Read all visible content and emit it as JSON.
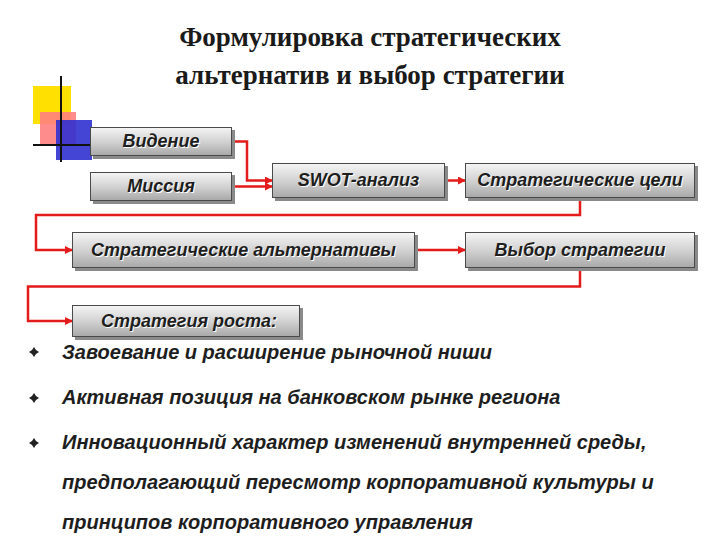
{
  "diagram": {
    "title": "Формулировка стратегических альтернатив и выбор стратегии",
    "nodes": [
      {
        "text": [
          "Видение"
        ]
      },
      {
        "text": [
          "Миссия"
        ]
      },
      {
        "text": [
          "SWOT-анализ"
        ]
      },
      {
        "text": [
          "Стратегические цели"
        ]
      },
      {
        "text": [
          "Стратегические альтернативы"
        ]
      },
      {
        "text": [
          "Выбор стратегии"
        ]
      },
      {
        "text": [
          "Стратегия роста:"
        ]
      }
    ],
    "edges": [
      {
        "from": 0,
        "to": 2,
        "arrow": "to"
      },
      {
        "from": 1,
        "to": 2,
        "arrow": "to"
      },
      {
        "from": 2,
        "to": 3,
        "arrow": "to"
      },
      {
        "from": 3,
        "to": 4,
        "arrow": "to"
      },
      {
        "from": 4,
        "to": 5,
        "arrow": "to"
      },
      {
        "from": 5,
        "to": 6,
        "arrow": "to"
      }
    ],
    "labels": [
      "Завоевание и расширение рыночной ниши",
      "Активная позиция на банковском рынке региона",
      "Инновационный характер изменений внутренней среды, предполагающий пересмотр корпоративной культуры и принципов корпоративного управления"
    ]
  }
}
